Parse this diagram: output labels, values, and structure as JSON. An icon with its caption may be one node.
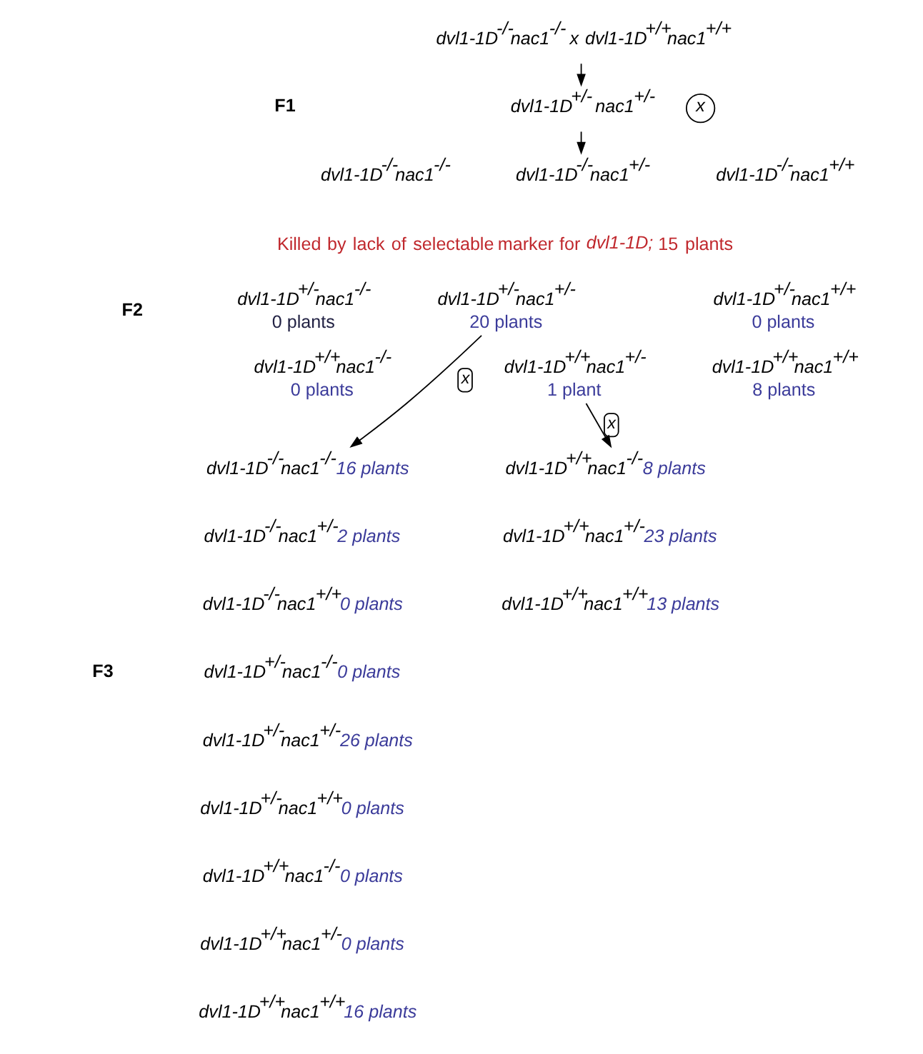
{
  "diagram": {
    "nodes": [
      {
        "text": [
          "dvl1-1D$^{-/-}$nac1$^{-/-}$ x dvl1-1D$^{+/+}$nac1$^{+/+}$"
        ]
      },
      {
        "text": [
          "dvl1-1D$^{+/-}$ nac1$^{+/-}$"
        ]
      },
      {
        "text": [
          "dvl1-1D$^{-/-}$nac1$^{-/-}$"
        ]
      },
      {
        "text": [
          "dvl1-1D$^{-/-}$nac1$^{+/-}$"
        ]
      },
      {
        "text": [
          "dvl1-1D$^{-/-}$nac1$^{+/+}$"
        ]
      },
      {
        "text": [
          "dvl1-1D$^{+/-}$nac1$^{-/-}$",
          "0 plants"
        ]
      },
      {
        "text": [
          "dvl1-1D$^{+/-}$nac1$^{+/-}$",
          "20 plants"
        ]
      },
      {
        "text": [
          "dvl1-1D$^{+/-}$nac1$^{+/+}$",
          "0 plants"
        ]
      },
      {
        "text": [
          "dvl1-1D$^{+/+}$nac1$^{-/-}$",
          "0 plants"
        ]
      },
      {
        "text": [
          "dvl1-1D$^{+/+}$nac1$^{+/-}$",
          "1 plant"
        ]
      },
      {
        "text": [
          "dvl1-1D$^{+/+}$nac1$^{+/+}$",
          "8 plants"
        ]
      },
      {
        "text": [
          "dvl1-1D$^{-/-}$nac1$^{-/-}$",
          "16 plants"
        ]
      },
      {
        "text": [
          "dvl1-1D$^{-/-}$nac1$^{+/-}$",
          "2 plants"
        ]
      },
      {
        "text": [
          "dvl1-1D$^{-/-}$nac1$^{+/+}$",
          "0 plants"
        ]
      },
      {
        "text": [
          "dvl1-1D$^{+/-}$nac1$^{-/-}$",
          "0 plants"
        ]
      },
      {
        "text": [
          "dvl1-1D$^{+/-}$nac1$^{+/-}$",
          "26 plants"
        ]
      },
      {
        "text": [
          "dvl1-1D$^{+/-}$nac1$^{+/+}$",
          "0 plants"
        ]
      },
      {
        "text": [
          "dvl1-1D$^{+/+}$nac1$^{-/-}$",
          "0 plants"
        ]
      },
      {
        "text": [
          "dvl1-1D$^{+/+}$nac1$^{+/-}$",
          "0 plants"
        ]
      },
      {
        "text": [
          "dvl1-1D$^{+/+}$nac1$^{+/+}$",
          "16 plants"
        ]
      },
      {
        "text": [
          "dvl1-1D$^{+/+}$nac1$^{-/-}$",
          "8 plants"
        ]
      },
      {
        "text": [
          "dvl1-1D$^{+/+}$nac1$^{+/-}$",
          "23 plants"
        ]
      },
      {
        "text": [
          "dvl1-1D$^{+/+}$nac1$^{+/+}$",
          "13 plants"
        ]
      }
    ],
    "edges": [
      {
        "from": 0,
        "to": 1,
        "arrow": "to"
      },
      {
        "from": 1,
        "to": 3,
        "arrow": "to"
      },
      {
        "from": 6,
        "to": 11,
        "arrow": "to",
        "label": "x"
      },
      {
        "from": 9,
        "to": 20,
        "arrow": "to",
        "label": "x"
      }
    ],
    "labels": [
      "F1",
      "Killed by lack of selectable marker for *dvl1-1D;* 15 plants",
      "F2",
      "F3",
      "x"
    ]
  }
}
